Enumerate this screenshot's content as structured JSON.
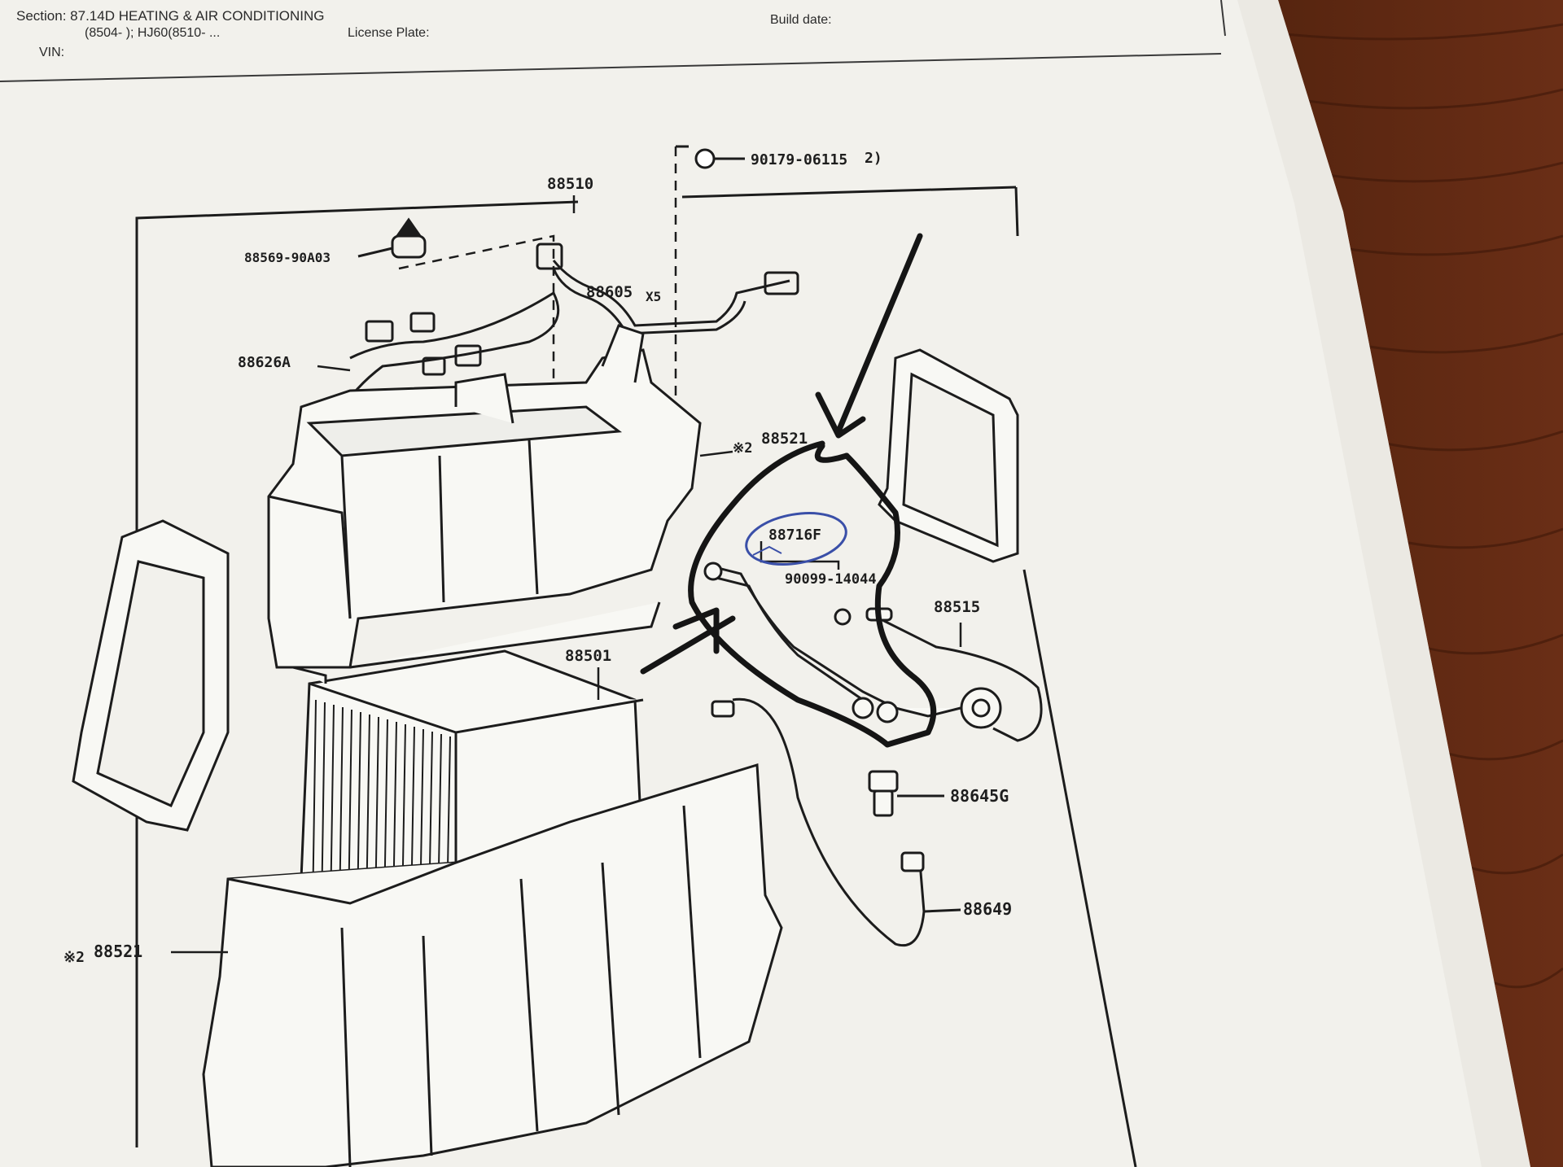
{
  "header": {
    "section_label": "Section:",
    "section_value": "87.14D HEATING & AIR CONDITIONING",
    "applicability": "(8504-   ); HJ60(8510-   ...",
    "vin_label": "VIN:",
    "license_plate_label": "License Plate:",
    "build_date_label": "Build date:"
  },
  "diagram": {
    "parts": {
      "p90179": "90179-06115",
      "p90179_qty": "2)",
      "p88510": "88510",
      "p88569": "88569-90A03",
      "p88605": "88605",
      "p88605_note": "X5",
      "p88626": "88626A",
      "p88521_upper_mark": "※2",
      "p88521_upper": "88521",
      "p88716": "88716F",
      "p90099": "90099-14044",
      "p88515": "88515",
      "p88501": "88501",
      "p88645": "88645G",
      "p88649": "88649",
      "p88521_lower_mark": "※2",
      "p88521_lower": "88521"
    }
  },
  "colors": {
    "paper": "#f2f1ec",
    "ink": "#1c1c1c",
    "marker": "#151515",
    "blue_pen": "#3a4fa8",
    "wood": "#5a2c18"
  }
}
